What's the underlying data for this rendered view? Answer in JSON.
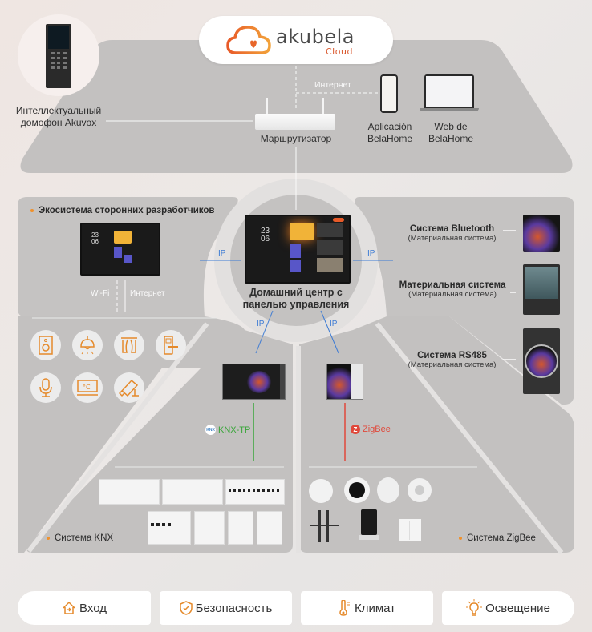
{
  "cloud": {
    "brand": "akubela",
    "sub": "Cloud",
    "icon": "cloud-heart-icon",
    "brand_color": "#e8772a",
    "sub_color": "#d9552a"
  },
  "intercom": {
    "label_line1": "Интеллектуальный",
    "label_line2": "домофон Akuvox",
    "icon": "door-intercom-device"
  },
  "router": {
    "label": "Маршрутизатор",
    "internet_label": "Интернет"
  },
  "belahome": {
    "app_line1": "Aplicación",
    "app_line2": "BelaHome",
    "web_line1": "Web de",
    "web_line2": "BelaHome"
  },
  "third_party": {
    "title": "Экосистема сторонних разработчиков",
    "wifi_label": "Wi-Fi",
    "internet_label": "Интернет",
    "icons": [
      "speaker-icon",
      "ceiling-lamp-icon",
      "curtain-icon",
      "door-lock-icon",
      "microphone-icon",
      "thermostat-icon",
      "camera-icon"
    ],
    "temp_unit": "°C"
  },
  "hub": {
    "line1": "Домашний центр с",
    "line2": "панелью управления",
    "screen_date": [
      "23",
      "06"
    ]
  },
  "connections": {
    "ip": "IP"
  },
  "right_systems": [
    {
      "title": "Система Bluetooth",
      "subtitle": "(Материальная система)"
    },
    {
      "title": "Материальная система",
      "subtitle": "(Материальная система)"
    },
    {
      "title": "Система RS485",
      "subtitle": "(Материальная система)"
    }
  ],
  "knx": {
    "bus_label": "KNX-TP",
    "bus_badge": "KNX",
    "bus_color": "#3aa63a",
    "system_label": "Система KNX"
  },
  "zigbee": {
    "bus_label": "ZigBee",
    "bus_color": "#e0483a",
    "system_label": "Система ZigBee"
  },
  "bottom_buttons": [
    {
      "label": "Вход",
      "icon": "home-enter-icon"
    },
    {
      "label": "Безопасность",
      "icon": "shield-check-icon"
    },
    {
      "label": "Климат",
      "icon": "thermometer-icon"
    },
    {
      "label": "Освещение",
      "icon": "lightbulb-icon"
    }
  ],
  "colors": {
    "accent": "#f0902a",
    "panel": "#c4c2c1",
    "ip_line": "#3d7bd4"
  }
}
